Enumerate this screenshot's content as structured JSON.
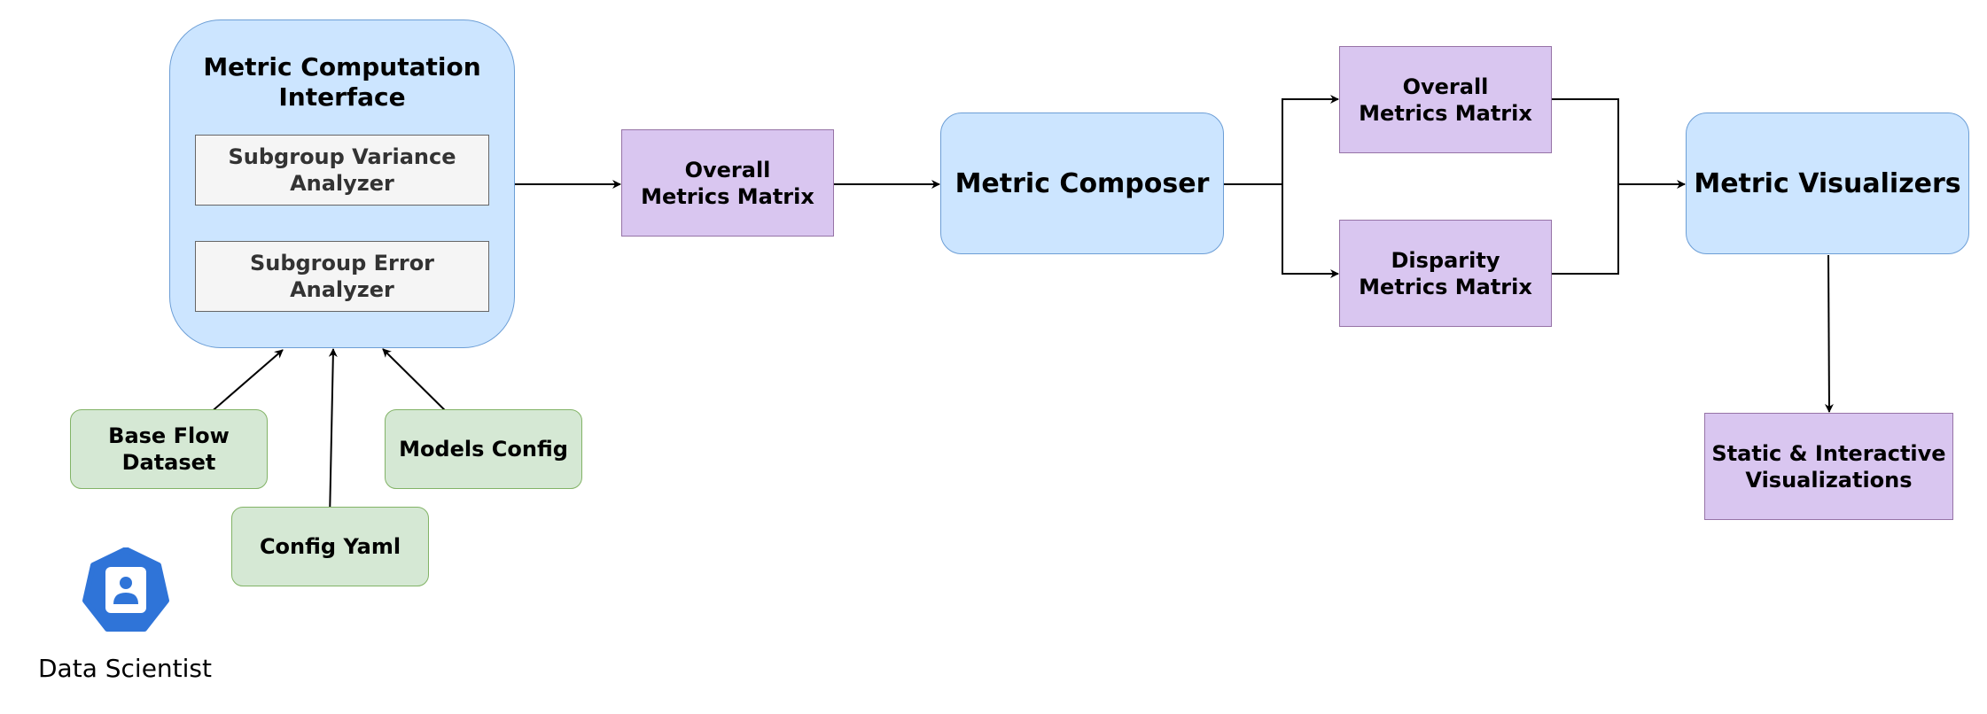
{
  "diagram": {
    "interface": {
      "title": "Metric Computation\nInterface",
      "variance_analyzer": "Subgroup Variance\nAnalyzer",
      "error_analyzer": "Subgroup Error\nAnalyzer"
    },
    "overall_matrix_1": "Overall\nMetrics Matrix",
    "composer": "Metric Composer",
    "overall_matrix_2": "Overall\nMetrics Matrix",
    "disparity_matrix": "Disparity\nMetrics Matrix",
    "visualizers": "Metric Visualizers",
    "visualizations": "Static & Interactive\nVisualizations",
    "inputs": {
      "base_flow_dataset": "Base Flow\nDataset",
      "models_config": "Models Config",
      "config_yaml": "Config Yaml"
    },
    "actor": {
      "label": "Data Scientist",
      "icon": "user-profile-heptagon-icon"
    }
  },
  "colors": {
    "process_fill": "#cce5ff",
    "process_stroke": "#6c9ed6",
    "matrix_fill": "#d9c6f0",
    "matrix_stroke": "#9673a6",
    "input_fill": "#d5e8d4",
    "input_stroke": "#82b366",
    "analyzer_fill": "#f5f5f5",
    "analyzer_stroke": "#666666",
    "actor_icon": "#2f74d8",
    "edge": "#000000"
  }
}
